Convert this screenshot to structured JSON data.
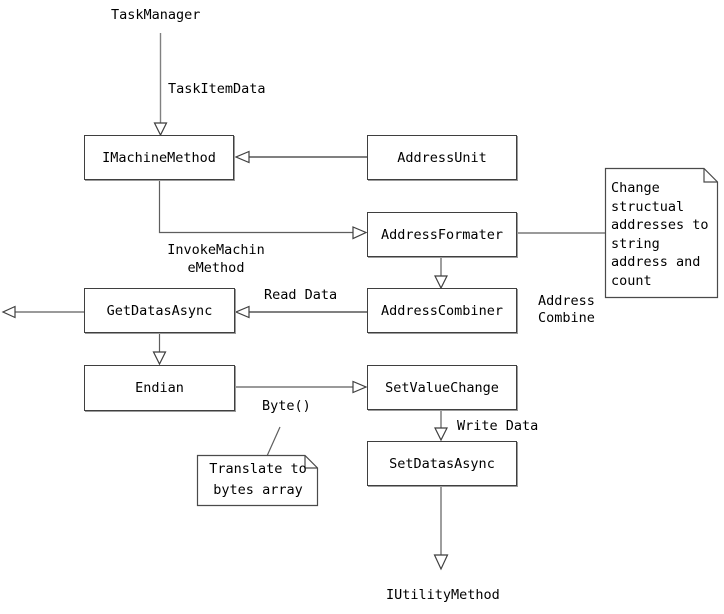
{
  "nodes": {
    "task_manager": "TaskManager",
    "imachine_method": "IMachineMethod",
    "address_unit": "AddressUnit",
    "address_formater": "AddressFormater",
    "address_combiner": "AddressCombiner",
    "get_datas_async": "GetDatasAsync",
    "endian": "Endian",
    "set_value_change": "SetValueChange",
    "set_datas_async": "SetDatasAsync",
    "iutility_method": "IUtilityMethod"
  },
  "edge_labels": {
    "task_item_data": "TaskItemData",
    "invoke_machine_method": "InvokeMachin\neMethod",
    "read_data": "Read Data",
    "address_combine": "Address\nCombine",
    "byte": "Byte()",
    "write_data": "Write Data"
  },
  "notes": {
    "change_structural": "Change\nstructual\naddresses to\nstring\naddress and\ncount",
    "translate_bytes": "Translate to\nbytes array"
  },
  "colors": {
    "background": "#ffffff",
    "line": "#5e5e5e",
    "line_thick": "#808080",
    "box_border": "#3f3f3f",
    "text": "#000000"
  }
}
